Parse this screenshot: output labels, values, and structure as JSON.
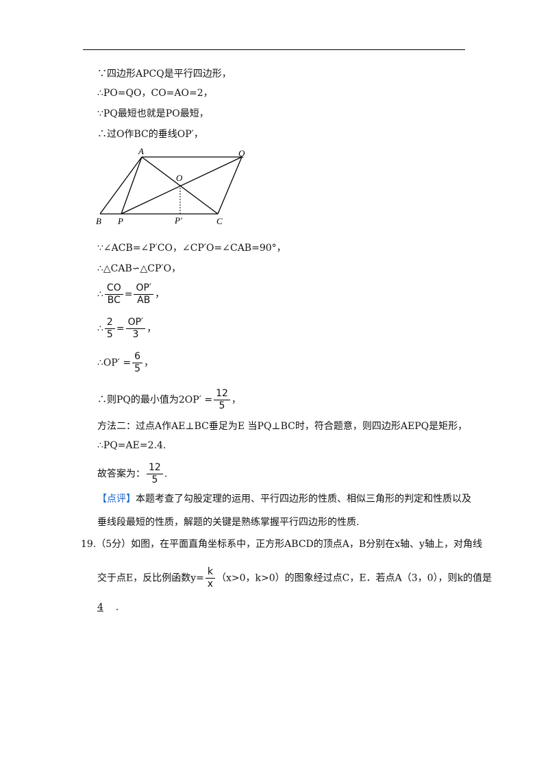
{
  "proof": {
    "l1": "∵四边形APCQ是平行四边形，",
    "l2": "∴PO=QO，CO=AO=2，",
    "l3": "∵PQ最短也就是PO最短，",
    "l4": "∴过O作BC的垂线OP′，"
  },
  "figure": {
    "labels": {
      "A": "A",
      "Q": "Q",
      "O": "O",
      "B": "B",
      "P": "P",
      "P2": "P′",
      "C": "C"
    }
  },
  "proof2": {
    "l5": "∵∠ACB=∠P′CO，∠CP′O=∠CAB=90°，",
    "l6": "∴△CAB∽△CP′O，",
    "l7_prefix": "∴",
    "l7_num1": "CO",
    "l7_den1": "BC",
    "l7_eq": "=",
    "l7_num2": "OP′",
    "l7_den2": "AB",
    "l7_suffix": "，",
    "l8_prefix": "∴",
    "l8_num1": "2",
    "l8_den1": "5",
    "l8_eq": "=",
    "l8_num2": "OP′",
    "l8_den2": "3",
    "l8_suffix": "，",
    "l9_prefix": "∴OP′ =",
    "l9_num": "6",
    "l9_den": "5",
    "l9_suffix": "，",
    "l10_prefix": "∴则PQ的最小值为2OP′ =",
    "l10_num": "12",
    "l10_den": "5",
    "l10_suffix": "，",
    "l11": "方法二：过点A作AE⊥BC垂足为E 当PQ⊥BC时，符合题意，则四边形AEPQ是矩形，",
    "l12": "∴PQ=AE=2.4.",
    "l13_prefix": "故答案为：",
    "l13_num": "12",
    "l13_den": "5",
    "l13_suffix": "."
  },
  "comment": {
    "tag": "【点评】",
    "text1": "本题考查了勾股定理的运用、平行四边形的性质、相似三角形的判定和性质以及",
    "text2": "垂线段最短的性质，解题的关键是熟练掌握平行四边形的性质."
  },
  "question19": {
    "line1": "19.（5分）如图，在平面直角坐标系中，正方形ABCD的顶点A，B分别在x轴、y轴上，对角线",
    "line2_prefix": "交于点E，反比例函数y=",
    "line2_num": "k",
    "line2_den": "x",
    "line2_suffix": "（x>0，k>0）的图象经过点C，E．若点A（3，0），则k的值是",
    "answer": "4",
    "answer_suffix": "."
  }
}
